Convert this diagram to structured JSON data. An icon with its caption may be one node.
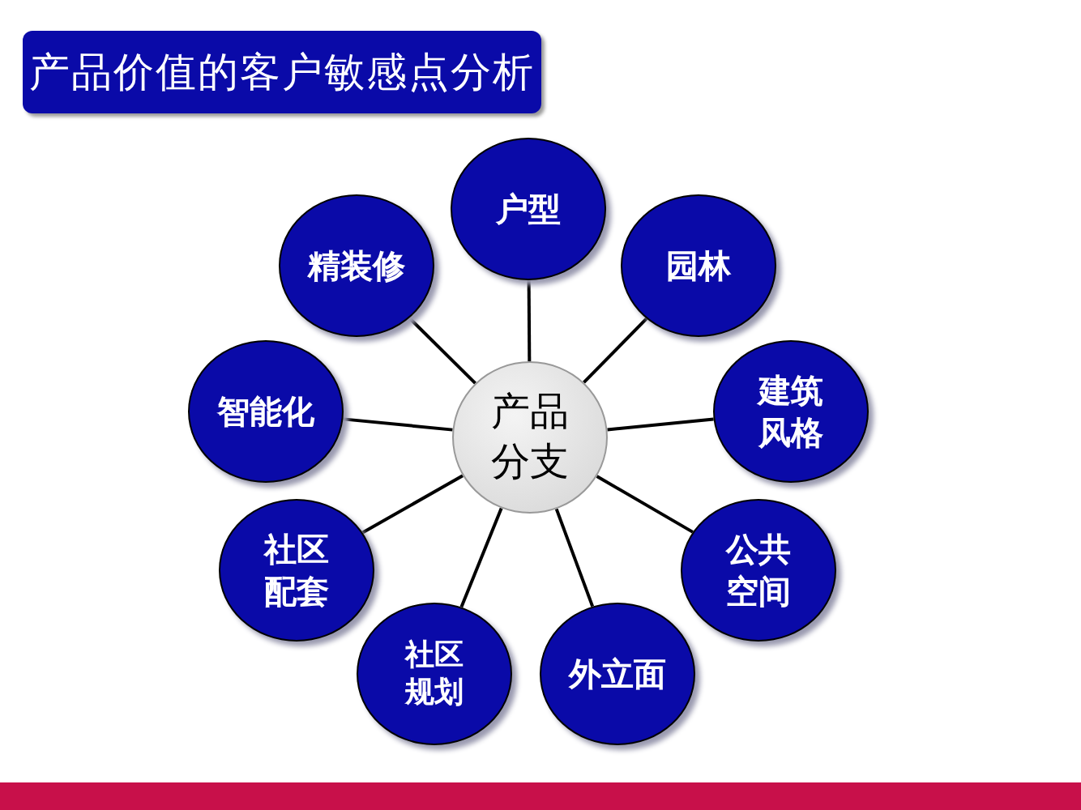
{
  "diagram": {
    "title": "产品价值的客户敏感点分析",
    "nodes": [
      {
        "text": [
          "产品分支"
        ]
      },
      {
        "text": [
          "户型"
        ]
      },
      {
        "text": [
          "精装修"
        ]
      },
      {
        "text": [
          "园林"
        ]
      },
      {
        "text": [
          "智能化"
        ]
      },
      {
        "text": [
          "建筑风格"
        ]
      },
      {
        "text": [
          "社区配套"
        ]
      },
      {
        "text": [
          "公共空间"
        ]
      },
      {
        "text": [
          "社区规划"
        ]
      },
      {
        "text": [
          "外立面"
        ]
      }
    ],
    "edges": [
      {
        "from": 0,
        "to": 1,
        "arrow": "none"
      },
      {
        "from": 0,
        "to": 2,
        "arrow": "none"
      },
      {
        "from": 0,
        "to": 3,
        "arrow": "none"
      },
      {
        "from": 0,
        "to": 4,
        "arrow": "none"
      },
      {
        "from": 0,
        "to": 5,
        "arrow": "none"
      },
      {
        "from": 0,
        "to": 6,
        "arrow": "none"
      },
      {
        "from": 0,
        "to": 7,
        "arrow": "none"
      },
      {
        "from": 0,
        "to": 8,
        "arrow": "none"
      },
      {
        "from": 0,
        "to": 9,
        "arrow": "none"
      }
    ]
  }
}
